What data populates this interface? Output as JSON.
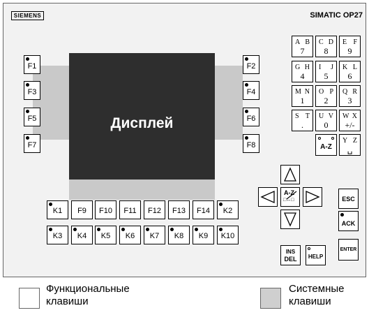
{
  "brand": "SIEMENS",
  "model": "SIMATIC OP27",
  "display": {
    "label": "Дисплей"
  },
  "function_keys_left": [
    "F1",
    "F3",
    "F5",
    "F7"
  ],
  "function_keys_right": [
    "F2",
    "F4",
    "F6",
    "F8"
  ],
  "bottom_row_1": [
    "K1",
    "F9",
    "F10",
    "F11",
    "F12",
    "F13",
    "F14",
    "K2"
  ],
  "bottom_row_2": [
    "K3",
    "K4",
    "K5",
    "K6",
    "K7",
    "K8",
    "K9",
    "K10"
  ],
  "numpad": [
    {
      "tl": "A",
      "tr": "B",
      "c": "7"
    },
    {
      "tl": "C",
      "tr": "D",
      "c": "8"
    },
    {
      "tl": "E",
      "tr": "F",
      "c": "9"
    },
    {
      "tl": "G",
      "tr": "H",
      "c": "4"
    },
    {
      "tl": "I",
      "tr": "J",
      "c": "5"
    },
    {
      "tl": "K",
      "tr": "L",
      "c": "6"
    },
    {
      "tl": "M",
      "tr": "N",
      "c": "1"
    },
    {
      "tl": "O",
      "tr": "P",
      "c": "2"
    },
    {
      "tl": "Q",
      "tr": "R",
      "c": "3"
    },
    {
      "tl": "S",
      "tr": "T",
      "c": "."
    },
    {
      "tl": "U",
      "tr": "V",
      "c": "0"
    },
    {
      "tl": "W",
      "tr": "X",
      "c": "+/-"
    }
  ],
  "az_key": {
    "label": "A-Z"
  },
  "yz_key": {
    "tl": "Y",
    "tr": "Z",
    "c": "␣"
  },
  "cursor_center": {
    "top": "A-Z",
    "bottom": "□↔□"
  },
  "system_keys": {
    "esc": "ESC",
    "ack": "ACK",
    "ins": "INS",
    "del": "DEL",
    "help": "HELP",
    "enter": "ENTER"
  },
  "legend": {
    "function": {
      "line1": "Функциональные",
      "line2": "клавиши"
    },
    "system": {
      "line1": "Системные",
      "line2": "клавиши"
    }
  }
}
